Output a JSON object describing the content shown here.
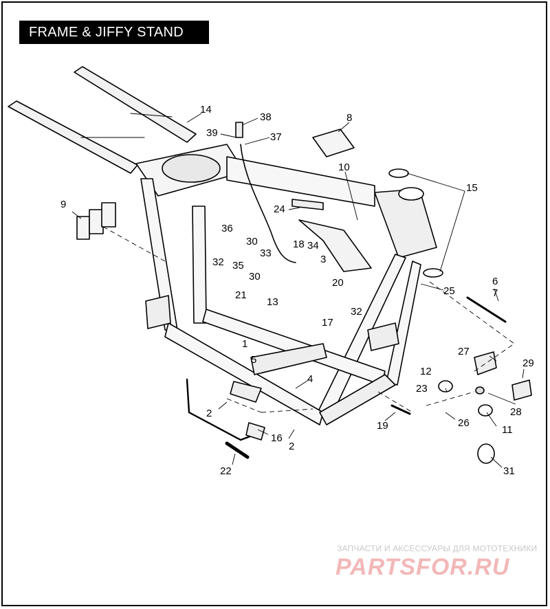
{
  "title": "FRAME & JIFFY STAND",
  "callouts": [
    {
      "n": "14"
    },
    {
      "n": "38"
    },
    {
      "n": "39"
    },
    {
      "n": "37"
    },
    {
      "n": "8"
    },
    {
      "n": "10"
    },
    {
      "n": "15"
    },
    {
      "n": "9"
    },
    {
      "n": "24"
    },
    {
      "n": "36"
    },
    {
      "n": "30"
    },
    {
      "n": "18"
    },
    {
      "n": "34"
    },
    {
      "n": "33"
    },
    {
      "n": "32"
    },
    {
      "n": "35"
    },
    {
      "n": "3"
    },
    {
      "n": "30"
    },
    {
      "n": "20"
    },
    {
      "n": "21"
    },
    {
      "n": "13"
    },
    {
      "n": "32"
    },
    {
      "n": "17"
    },
    {
      "n": "25"
    },
    {
      "n": "6"
    },
    {
      "n": "7"
    },
    {
      "n": "1"
    },
    {
      "n": "5"
    },
    {
      "n": "27"
    },
    {
      "n": "29"
    },
    {
      "n": "12"
    },
    {
      "n": "4"
    },
    {
      "n": "23"
    },
    {
      "n": "28"
    },
    {
      "n": "2"
    },
    {
      "n": "19"
    },
    {
      "n": "26"
    },
    {
      "n": "11"
    },
    {
      "n": "16"
    },
    {
      "n": "2"
    },
    {
      "n": "22"
    },
    {
      "n": "31"
    }
  ],
  "watermark": {
    "subtitle": "ЗАПЧАСТИ И АКСЕССУАРЫ ДЛЯ МОТОТЕХНИКИ",
    "brand": "PARTSFOR.RU"
  }
}
